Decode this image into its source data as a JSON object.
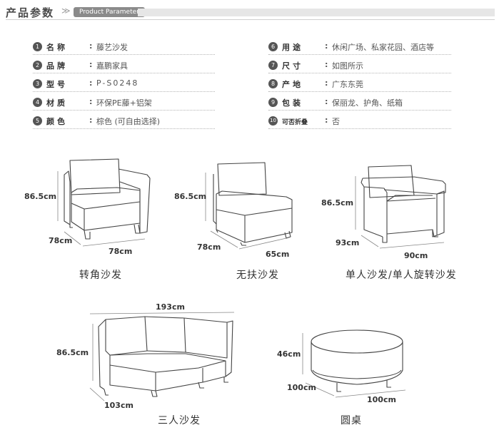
{
  "header": {
    "title": "产品参数",
    "chevron": "≫",
    "tag": "Product Parameter"
  },
  "specs_left": [
    {
      "num": "1",
      "label": "名称",
      "value": "藤艺沙发"
    },
    {
      "num": "2",
      "label": "品牌",
      "value": "嘉鹏家具"
    },
    {
      "num": "3",
      "label": "型号",
      "value": "P-S0248"
    },
    {
      "num": "4",
      "label": "材质",
      "value": "环保PE藤+铝架"
    },
    {
      "num": "5",
      "label": "颜色",
      "value": "棕色 (可自由选择)"
    }
  ],
  "specs_right": [
    {
      "num": "6",
      "label": "用途",
      "value": "休闲广场、私家花园、酒店等"
    },
    {
      "num": "7",
      "label": "尺寸",
      "value": "如图所示"
    },
    {
      "num": "8",
      "label": "产地",
      "value": "广东东莞"
    },
    {
      "num": "9",
      "label": "包装",
      "value": "保丽龙、护角、纸箱"
    },
    {
      "num": "10",
      "label": "可否折叠",
      "value": "否"
    }
  ],
  "products": {
    "corner": {
      "caption": "转角沙发",
      "height": "86.5cm",
      "depth": "78cm",
      "width": "78cm"
    },
    "armless": {
      "caption": "无扶沙发",
      "height": "86.5cm",
      "depth": "78cm",
      "width": "65cm"
    },
    "single": {
      "caption": "单人沙发/单人旋转沙发",
      "height": "86.5cm",
      "depth": "93cm",
      "width": "90cm"
    },
    "three": {
      "caption": "三人沙发",
      "height": "86.5cm",
      "depth": "103cm",
      "width": "193cm"
    },
    "table": {
      "caption": "圆桌",
      "height": "46cm",
      "depth": "100cm",
      "width": "100cm"
    }
  }
}
